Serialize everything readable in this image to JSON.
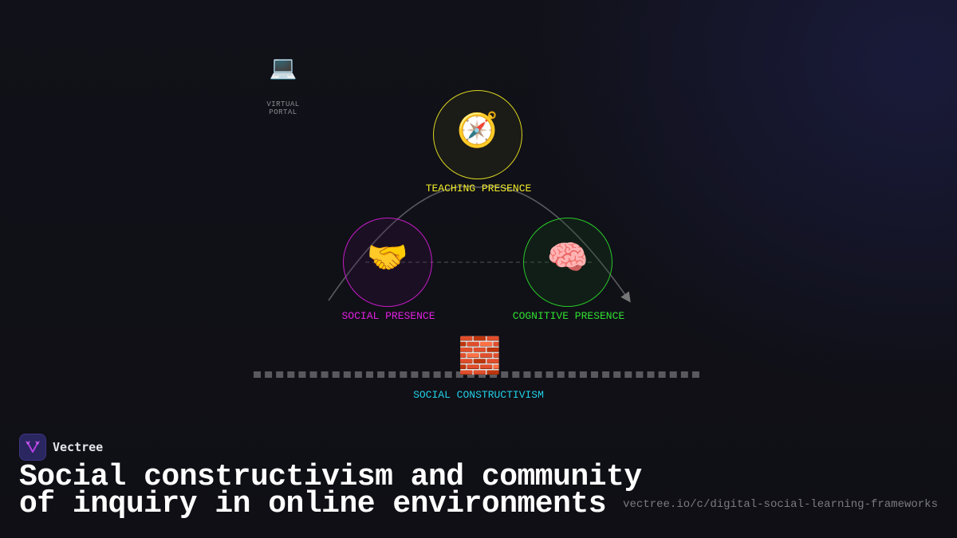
{
  "diagram": {
    "portal": {
      "icon": "laptop-icon",
      "emoji": "💻",
      "label": "VIRTUAL PORTAL"
    },
    "nodes": [
      {
        "id": "teaching",
        "emoji": "🧭",
        "icon": "compass-icon",
        "label": "TEACHING PRESENCE",
        "color": "#f0ec2a"
      },
      {
        "id": "social",
        "emoji": "🤝",
        "icon": "handshake-icon",
        "label": "SOCIAL PRESENCE",
        "color": "#e020e0"
      },
      {
        "id": "cognitive",
        "emoji": "🧠",
        "icon": "brain-icon",
        "label": "COGNITIVE PRESENCE",
        "color": "#30e030"
      }
    ],
    "foundation": {
      "emoji": "🧱",
      "icon": "brick-icon",
      "label": "SOCIAL CONSTRUCTIVISM",
      "color": "#22d0e8"
    }
  },
  "footer": {
    "brand_name": "Vectree",
    "title_line1": "Social constructivism and community",
    "title_line2": "of inquiry in online environments",
    "url": "vectree.io/c/digital-social-learning-frameworks"
  }
}
